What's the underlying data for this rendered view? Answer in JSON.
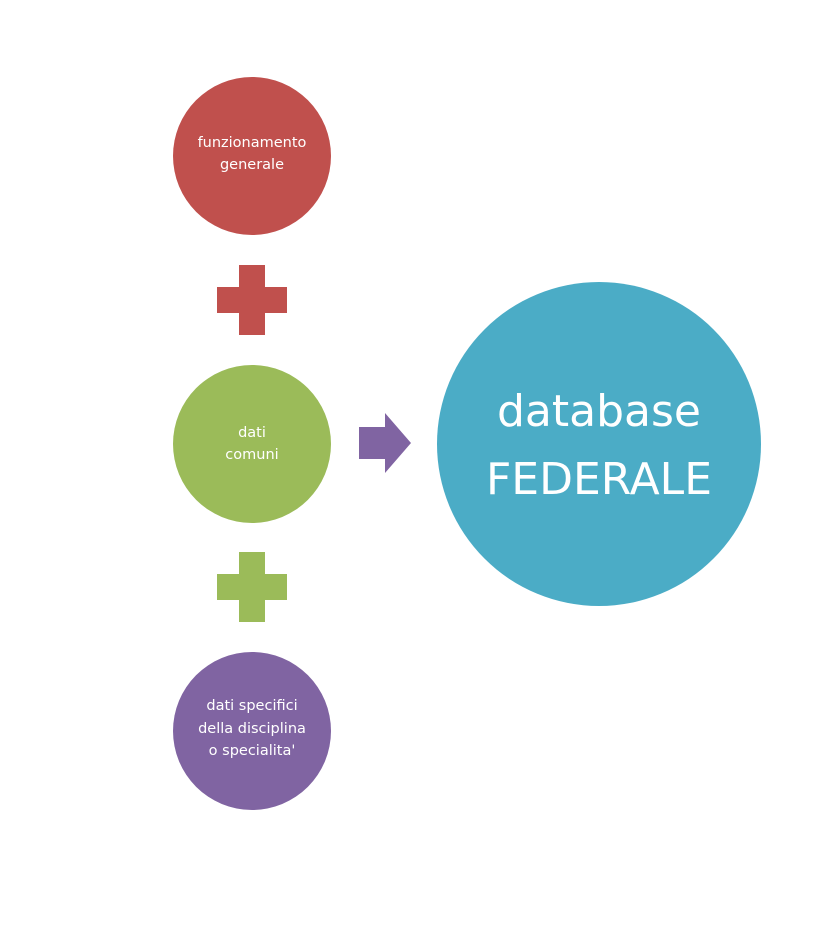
{
  "colors": {
    "red": "#c0504d",
    "green": "#9bbb59",
    "purple": "#8064a2",
    "blue": "#4bacc6",
    "text": "#ffffff"
  },
  "nodes": {
    "funzionamento": {
      "lines": [
        "funzionamento",
        "generale"
      ]
    },
    "dati_comuni": {
      "lines": [
        "dati",
        "comuni"
      ]
    },
    "dati_specifici": {
      "lines": [
        "dati specifici",
        "della disciplina",
        "o specialita'"
      ]
    },
    "database": {
      "lines": [
        "database",
        "FEDERALE"
      ]
    }
  },
  "connectors": {
    "plus_1": {
      "icon": "plus-icon",
      "color": "#c0504d"
    },
    "plus_2": {
      "icon": "plus-icon",
      "color": "#9bbb59"
    },
    "arrow": {
      "icon": "arrow-right-icon",
      "color": "#8064a2"
    }
  }
}
